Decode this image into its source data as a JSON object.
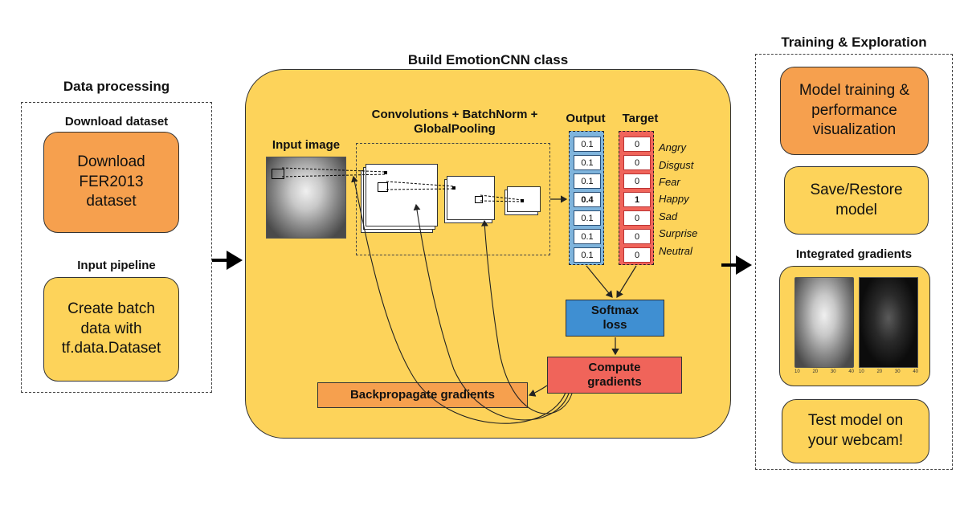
{
  "data_processing": {
    "title": "Data processing",
    "download_title": "Download dataset",
    "download_box": "Download FER2013 dataset",
    "pipeline_title": "Input pipeline",
    "pipeline_box": "Create batch data with tf.data.Dataset"
  },
  "build": {
    "title": "Build EmotionCNN class",
    "input_image_label": "Input image",
    "conv_label": "Convolutions + BatchNorm + GlobalPooling",
    "output_label": "Output",
    "target_label": "Target",
    "output_values": [
      "0.1",
      "0.1",
      "0.1",
      "0.4",
      "0.1",
      "0.1",
      "0.1"
    ],
    "target_values": [
      "0",
      "0",
      "0",
      "1",
      "0",
      "0",
      "0"
    ],
    "emotions": [
      "Angry",
      "Disgust",
      "Fear",
      "Happy",
      "Sad",
      "Surprise",
      "Neutral"
    ],
    "softmax_label": "Softmax loss",
    "compute_label": "Compute gradients",
    "backprop_label": "Backpropagate gradients"
  },
  "training": {
    "title": "Training & Exploration",
    "model_training_box": "Model training & performance visualization",
    "save_restore_box": "Save/Restore model",
    "ig_title": "Integrated gradients",
    "ig_ticks": [
      "10",
      "20",
      "30",
      "40"
    ],
    "webcam_box": "Test model on your webcam!"
  },
  "colors": {
    "panel_yellow": "#fdd35a",
    "box_orange": "#f6a04e",
    "softmax_blue": "#3f8fd2",
    "compute_red": "#f0645a",
    "output_border": "#2a4e74",
    "target_border": "#b33333"
  }
}
